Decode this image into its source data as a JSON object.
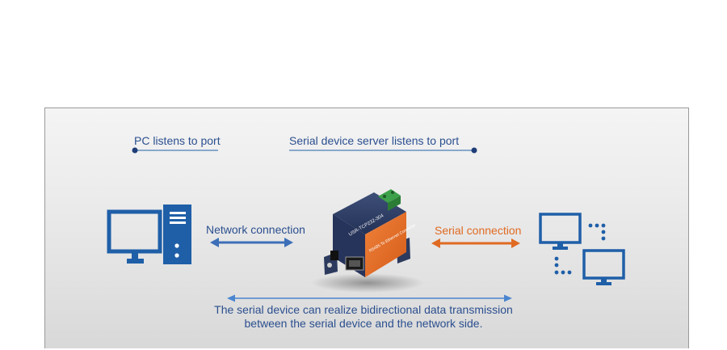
{
  "labels": {
    "pc_listens": "PC listens to port",
    "server_listens": "Serial device server listens to port",
    "network_connection": "Network connection",
    "serial_connection": "Serial connection"
  },
  "caption": {
    "line1": "The serial device can realize bidirectional data transmission",
    "line2": "between the serial device and the network side."
  },
  "device": {
    "model_text": "USR-TCP232-304",
    "subtitle_text": "RS485 To Ethernet Converter"
  },
  "colors": {
    "blue": "#1f5fa8",
    "arrow_blue": "#3d6fb8",
    "orange": "#e06a22",
    "label_blue": "#2b4f8f"
  }
}
